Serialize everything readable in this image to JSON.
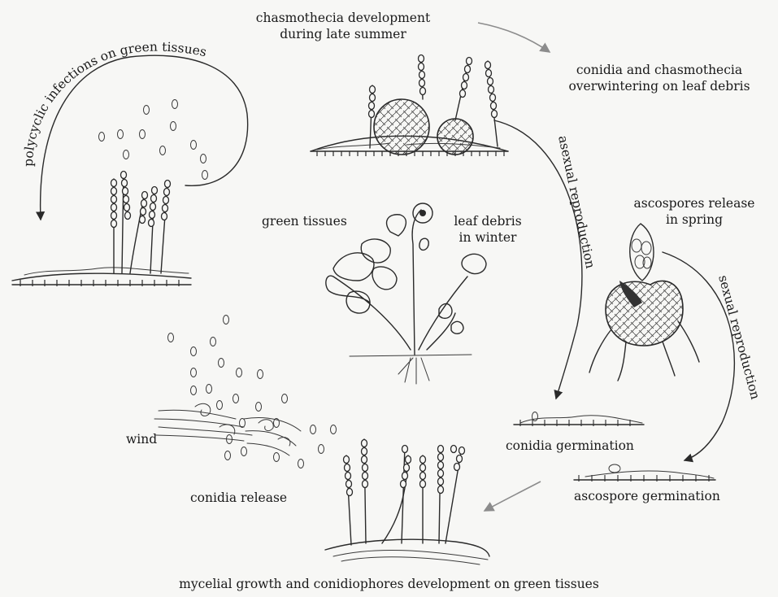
{
  "labels": {
    "chasmothecia_dev": [
      "chasmothecia development",
      "during late summer"
    ],
    "overwintering": [
      "conidia and chasmothecia",
      "overwintering on leaf debris"
    ],
    "polycyclic": "polycyclic infections on green tissues",
    "asexual": "asexual reproduction",
    "green_tissues": "green tissues",
    "leaf_debris": [
      "leaf debris",
      "in winter"
    ],
    "ascospores_release": [
      "ascospores  release",
      "in spring"
    ],
    "sexual": "sexual reproduction",
    "wind": "wind",
    "conidia_germination": "conidia germination",
    "ascospore_germination": "ascospore germination",
    "conidia_release": "conidia release",
    "mycelial_growth": "mycelial growth and conidiophores development on green tissues"
  },
  "colors": {
    "ink": "#2a2a2a",
    "arrow_grey": "#8c8c8c",
    "background": "#f7f7f5"
  }
}
